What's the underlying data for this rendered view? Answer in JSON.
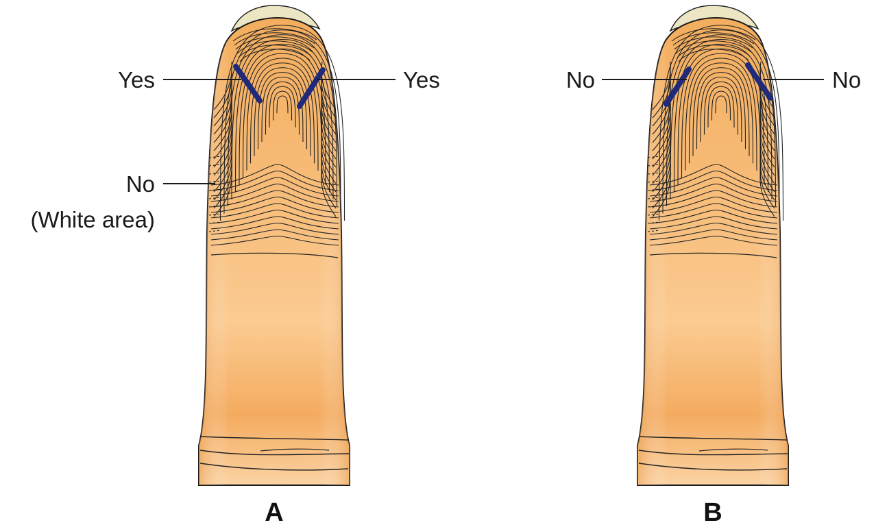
{
  "panels": [
    {
      "id": "A",
      "label": "A",
      "marks": [
        {
          "label": "Yes",
          "side": "left"
        },
        {
          "label": "Yes",
          "side": "right"
        }
      ],
      "side_note": {
        "line1": "No",
        "line2": "(White area)"
      }
    },
    {
      "id": "B",
      "label": "B",
      "marks": [
        {
          "label": "No",
          "side": "left"
        },
        {
          "label": "No",
          "side": "right"
        }
      ]
    }
  ],
  "colors": {
    "skin": "#f6b56a",
    "skin_light": "#fbd09a",
    "nail": "#ece6c4",
    "mark": "#1f2a7a",
    "ridge": "#222222",
    "leader": "#1a1a1a"
  }
}
